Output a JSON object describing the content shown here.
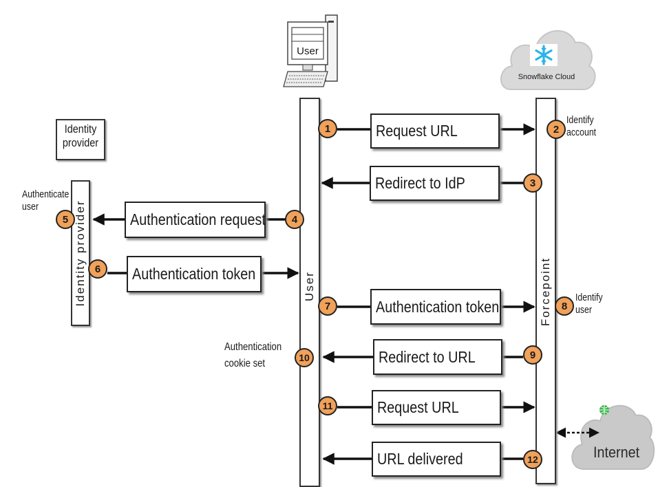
{
  "user_computer": {
    "label": "User",
    "icon": "desktop-computer-icon"
  },
  "snowflake_cloud": {
    "label": "Snowflake Cloud",
    "icon": "snowflake-logo-icon"
  },
  "identity_provider_box": {
    "label_line1": "Identity",
    "label_line2": "provider"
  },
  "lifelines": {
    "identity_provider": "Identity provider",
    "user": "User",
    "forcepoint": "Forcepoint"
  },
  "messages": [
    {
      "num": "1",
      "label": "Request URL"
    },
    {
      "num": "3",
      "label": "Redirect to IdP"
    },
    {
      "num": "4",
      "label": "Authentication request"
    },
    {
      "num": "6",
      "label": "Authentication token"
    },
    {
      "num": "7",
      "label": "Authentication token"
    },
    {
      "num": "9",
      "label": "Redirect to URL"
    },
    {
      "num": "11",
      "label": "Request URL"
    },
    {
      "num": "12",
      "label": "URL delivered"
    }
  ],
  "steps": {
    "s2": "2",
    "s5": "5",
    "s8": "8",
    "s10": "10"
  },
  "notes": {
    "identify_account_1": "Identify",
    "identify_account_2": "account",
    "authenticate_user_1": "Authenticate",
    "authenticate_user_2": "user",
    "identify_user_1": "Identify",
    "identify_user_2": "user",
    "cookie_1": "Authentication",
    "cookie_2": "cookie set"
  },
  "internet": {
    "label": "Internet",
    "icon": "globe-icon"
  },
  "colors": {
    "step_circle": "#f0a15a",
    "cloud": "#d9d9d9",
    "snowflake_blue": "#29b5e8"
  }
}
